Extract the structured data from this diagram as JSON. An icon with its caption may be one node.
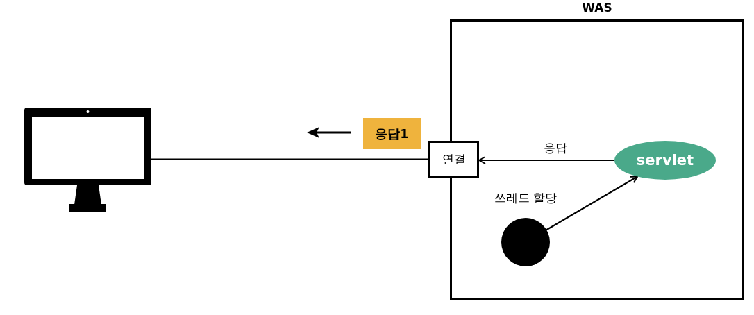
{
  "diagram": {
    "nodes": [
      {
        "text": [
          "WAS"
        ]
      },
      {
        "text": [],
        "shape": "picture"
      },
      {
        "text": [
          "연결"
        ]
      },
      {
        "text": [
          "servlet"
        ],
        "in": 0
      },
      {
        "text": [],
        "shape": "circle",
        "in": 0
      },
      {
        "text": [
          "응답1"
        ]
      }
    ],
    "edges": [
      {
        "from": 1,
        "to": 2,
        "arrow": "none"
      },
      {
        "from": 3,
        "to": 2,
        "arrow": "to",
        "label": "응답"
      },
      {
        "from": 4,
        "to": 3,
        "arrow": "to",
        "label": "쓰레드 할당"
      }
    ]
  }
}
